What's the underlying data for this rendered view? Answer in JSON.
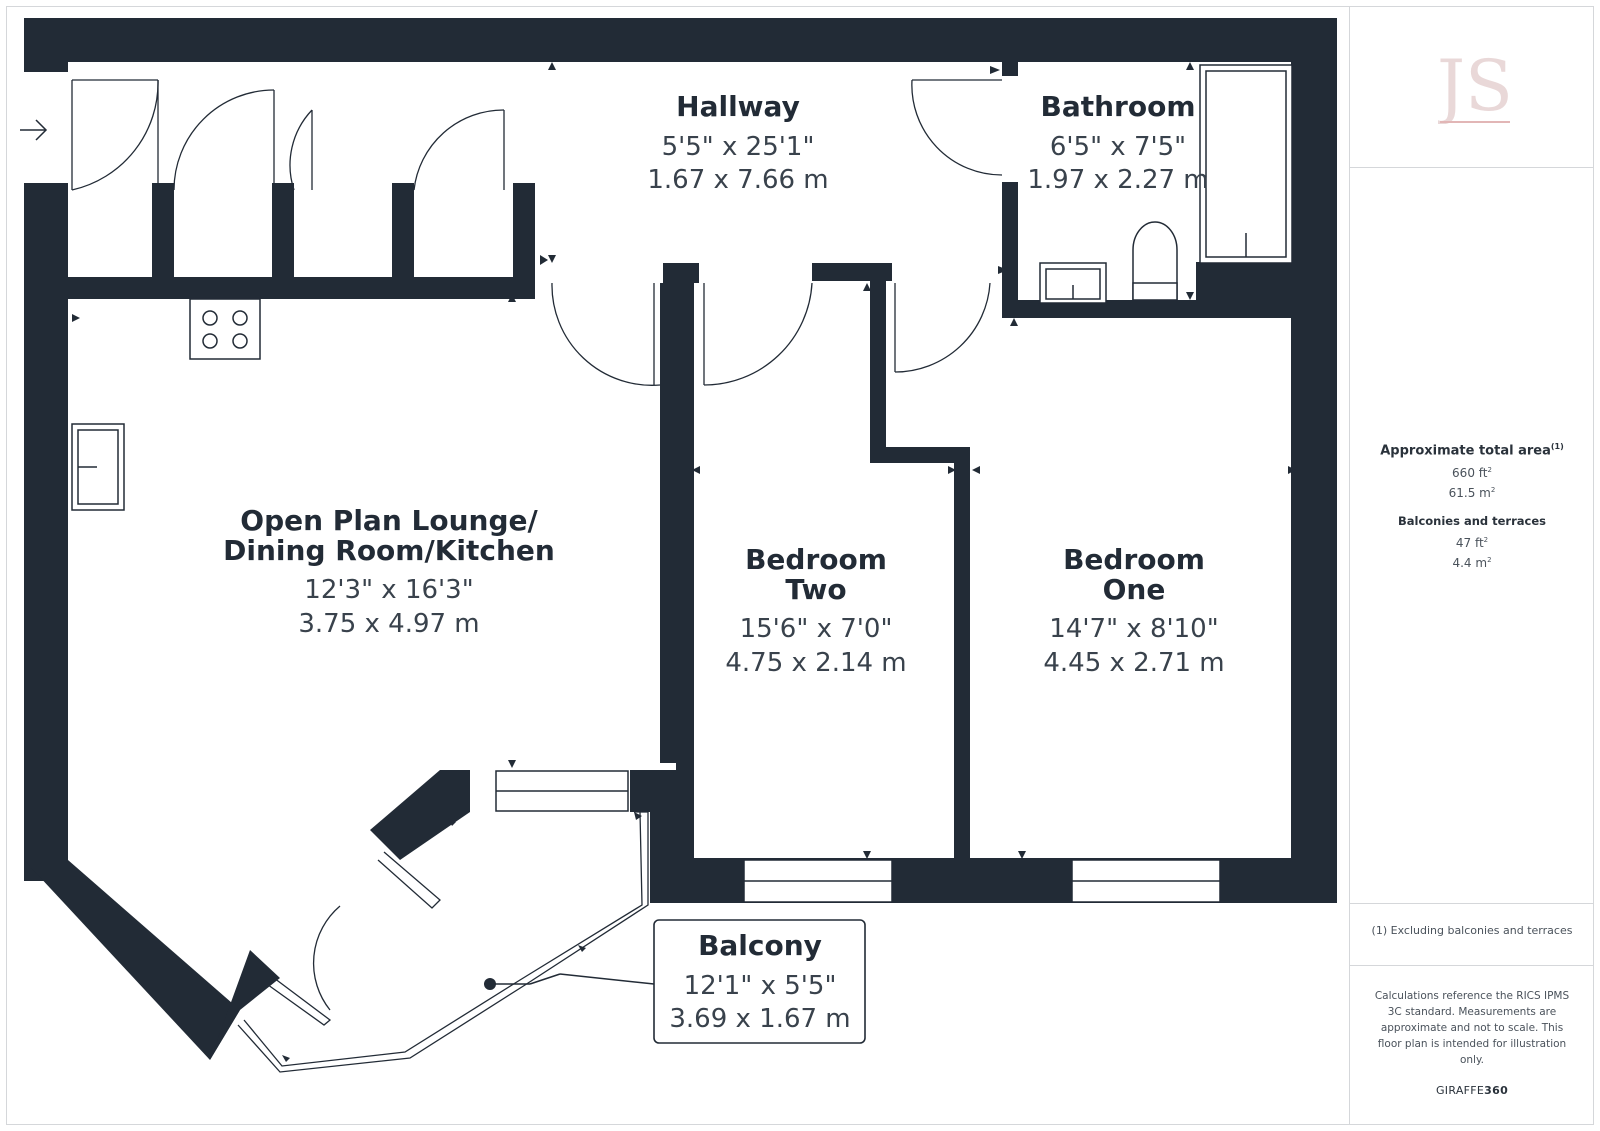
{
  "rooms": {
    "hallway": {
      "name": "Hallway",
      "imperial": "5'5\" x 25'1\"",
      "metric": "1.67 x 7.66 m"
    },
    "bathroom": {
      "name": "Bathroom",
      "imperial": "6'5\" x 7'5\"",
      "metric": "1.97 x 2.27 m"
    },
    "lounge": {
      "name_line1": "Open Plan Lounge/",
      "name_line2": "Dining Room/Kitchen",
      "imperial": "12'3\" x 16'3\"",
      "metric": "3.75 x 4.97 m"
    },
    "bedroom_two": {
      "name_line1": "Bedroom",
      "name_line2": "Two",
      "imperial": "15'6\" x 7'0\"",
      "metric": "4.75 x 2.14 m"
    },
    "bedroom_one": {
      "name_line1": "Bedroom",
      "name_line2": "One",
      "imperial": "14'7\" x 8'10\"",
      "metric": "4.45 x 2.71 m"
    },
    "balcony": {
      "name": "Balcony",
      "imperial": "12'1\" x 5'5\"",
      "metric": "3.69 x 1.67 m"
    }
  },
  "sidebar": {
    "logo_text": "JS",
    "total_area_heading": "Approximate total area",
    "total_area_note_marker": "(1)",
    "total_area_ft": "660 ft",
    "total_area_m": "61.5 m",
    "balconies_heading": "Balconies and terraces",
    "balconies_ft": "47 ft",
    "balconies_m": "4.4 m",
    "unit_power": "2",
    "footnote": "(1) Excluding balconies and terraces",
    "disclaimer": "Calculations reference the RICS IPMS 3C standard. Measurements are approximate and not to scale. This floor plan is intended for illustration only.",
    "brand_part1": "GIRAFFE",
    "brand_part2": "360"
  },
  "colors": {
    "wall": "#222b36",
    "text_dark": "#222b36",
    "text_dim": "#39424c",
    "logo": "#e9d8d8",
    "border": "#d5d7da"
  },
  "icons": [
    "entrance-arrow-icon",
    "hob-icon",
    "sink-icon",
    "toilet-icon",
    "bath-icon",
    "basin-icon"
  ]
}
